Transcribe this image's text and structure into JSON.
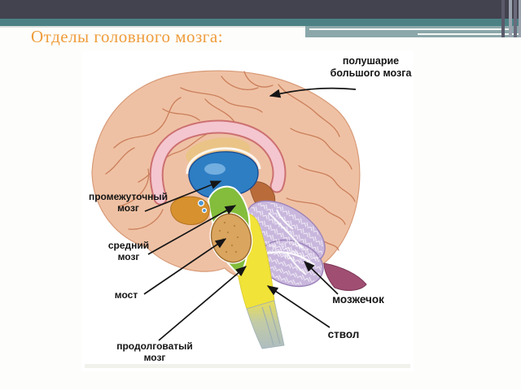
{
  "slide": {
    "title": "Отделы головного мозга:"
  },
  "theme": {
    "title_color": "#EF9C3B",
    "top_bar_color": "#43424F",
    "teal_bar_color": "#4B8184",
    "accent_block_color": "#8BA7AA"
  },
  "diagram": {
    "labels": {
      "hemisphere": "полушарие\nбольшого мозга",
      "diencephalon": "промежуточный\nмозг",
      "midbrain": "средний\nмозг",
      "pons": "мост",
      "medulla": "продолговатый\nмозг",
      "cerebellum": "мозжечок",
      "brainstem": "ствол"
    },
    "region_colors": {
      "cerebrum": "#EFC1A4",
      "corpus_callosum": "#F4C6D0",
      "diencephalon_blue": "#2E7EC4",
      "hypothalamus_orange": "#D7912E",
      "midbrain_green": "#83BD3B",
      "pons_tan": "#DAA55F",
      "medulla_yellow": "#F1E338",
      "cerebellum_lavender": "#C9B7DD",
      "spinal_cord_gray": "#AEBDC1",
      "occipital_fold_maroon": "#A14E73"
    }
  }
}
